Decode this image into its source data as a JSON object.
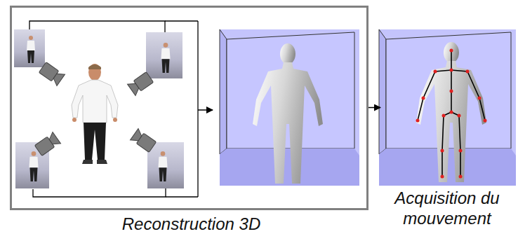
{
  "diagram": {
    "nodes": [
      {
        "text": [
          "Reconstruction 3D"
        ]
      },
      {
        "text": [
          "Acquisition du mouvement"
        ]
      }
    ],
    "edges": [
      {
        "from": 0,
        "to": 1,
        "arrow": "to"
      }
    ]
  }
}
